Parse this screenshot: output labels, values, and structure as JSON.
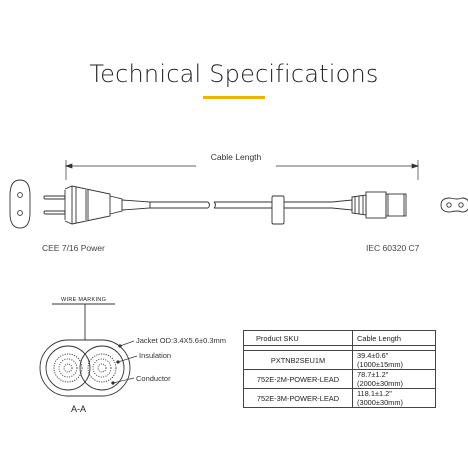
{
  "header": {
    "title": "Technical Specifications",
    "accent_color": "#f0b400"
  },
  "diagram": {
    "cable_length_label": "Cable Length",
    "left_plug_label": "CEE 7/16 Power",
    "right_plug_label": "IEC 60320 C7"
  },
  "cross_section": {
    "wire_marking": "WIRE MARKING",
    "jacket": "Jacket OD:3.4X5.6±0.3mm",
    "insulation": "Insulation",
    "conductor": "Conductor",
    "section_label": "A-A"
  },
  "table": {
    "headers": [
      "Product SKU",
      "Cable Length"
    ],
    "rows": [
      [
        "PXTNB2SEU1M",
        "39.4±0.6\" (1000±15mm)"
      ],
      [
        "752E-2M-POWER-LEAD",
        "78.7±1.2\" (2000±30mm)"
      ],
      [
        "752E-3M-POWER-LEAD",
        "118.1±1.2\" (3000±30mm)"
      ]
    ]
  }
}
